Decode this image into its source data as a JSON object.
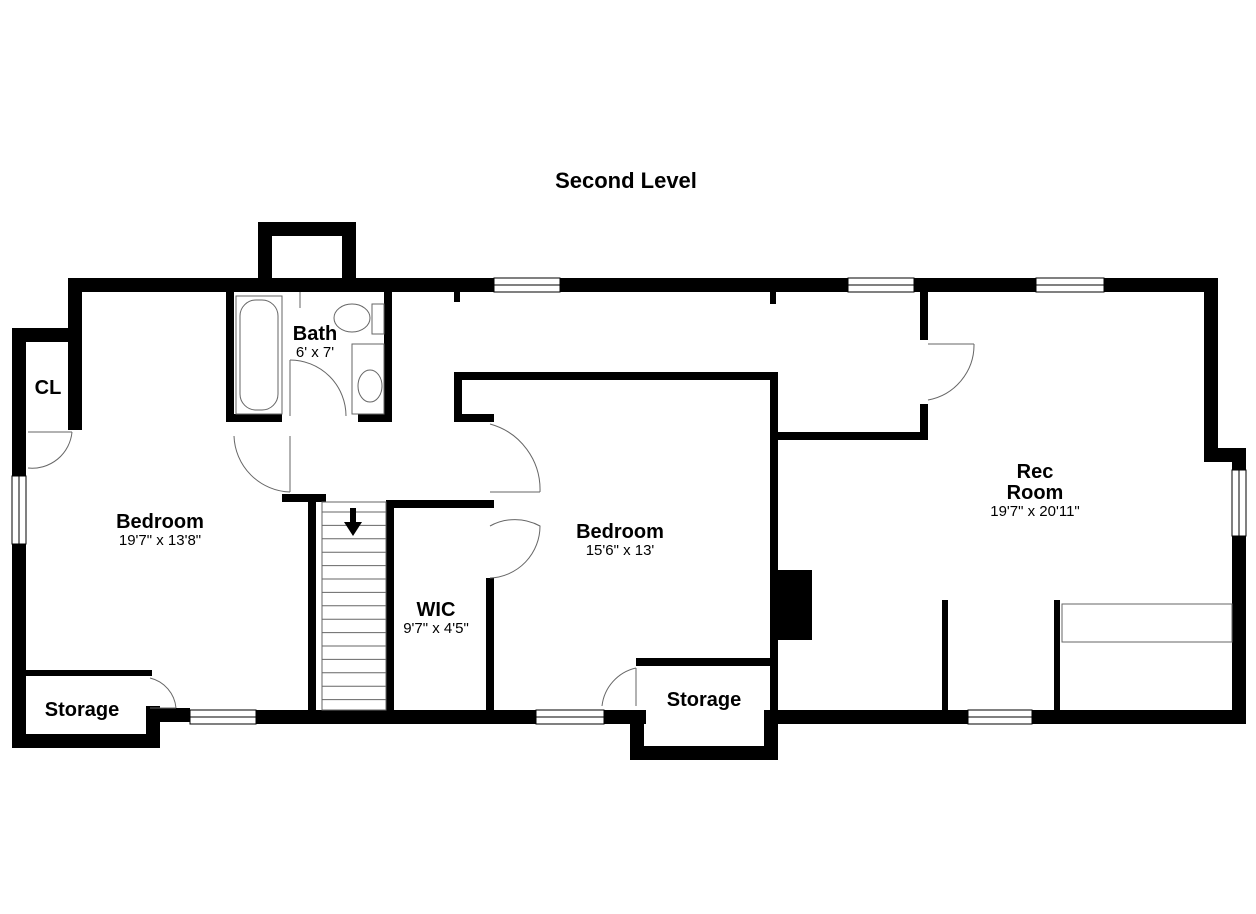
{
  "title": "Second Level",
  "colors": {
    "wall": "#000000",
    "fixture": "#666666",
    "background": "#ffffff"
  },
  "rooms": {
    "bedroom_west": {
      "name": "Bedroom",
      "dim": "19'7\" x 13'8\""
    },
    "bath": {
      "name": "Bath",
      "dim": "6' x 7'"
    },
    "closet": {
      "name": "CL"
    },
    "storage_west": {
      "name": "Storage"
    },
    "wic": {
      "name": "WIC",
      "dim": "9'7\" x 4'5\""
    },
    "bedroom_center": {
      "name": "Bedroom",
      "dim": "15'6\" x 13'"
    },
    "storage_center": {
      "name": "Storage"
    },
    "rec_room": {
      "name_line1": "Rec",
      "name_line2": "Room",
      "dim": "19'7\" x 20'11\""
    }
  },
  "icons": {
    "stair_arrow": "arrow-down-icon"
  }
}
